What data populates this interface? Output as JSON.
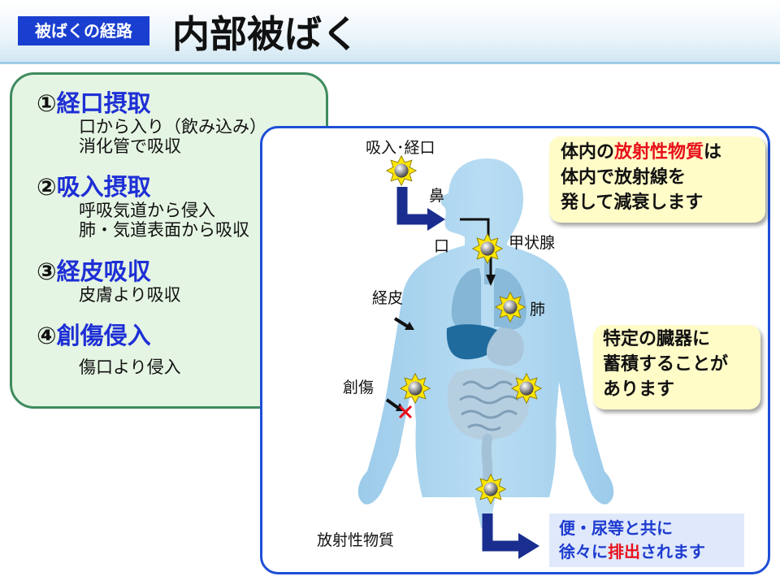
{
  "header": {
    "tag": "被ばくの経路",
    "title": "内部被ばく"
  },
  "routes": [
    {
      "num": "①",
      "name": "経口摂取",
      "desc": [
        "口から入り（飲み込み）",
        "消化管で吸収"
      ]
    },
    {
      "num": "②",
      "name": "吸入摂取",
      "desc": [
        "呼吸気道から侵入",
        "肺・気道表面から吸収"
      ]
    },
    {
      "num": "③",
      "name": "経皮吸収",
      "desc": [
        "皮膚より吸収"
      ]
    },
    {
      "num": "④",
      "name": "創傷侵入",
      "desc": [
        "傷口より侵入"
      ]
    }
  ],
  "diagram": {
    "labels": {
      "inhale_oral": "吸入･経口",
      "nose": "鼻",
      "mouth": "口",
      "thyroid": "甲状腺",
      "lung": "肺",
      "skin": "経皮",
      "wound": "創傷",
      "material": "放射性物質"
    },
    "callout_decay": {
      "line1_pre": "体内の",
      "line1_em": "放射性物質",
      "line1_post": "は",
      "line2": "体内で放射線を",
      "line3": "発して減衰します"
    },
    "callout_accumulate": {
      "line1": "特定の臓器に",
      "line2": "蓄積することが",
      "line3": "あります"
    },
    "excretion": {
      "line1": "便・尿等と共に",
      "line2_pre": "徐々に",
      "line2_em": "排出",
      "line2_post": "されます"
    }
  },
  "colors": {
    "tag_bg": "#1a3fd0",
    "route_title": "#1e2fd6",
    "panel_border": "#1e4fd6",
    "emphasis_red": "#e8101a",
    "arrow_navy": "#1a2e8f",
    "body_blue": "#a7d3ee"
  }
}
